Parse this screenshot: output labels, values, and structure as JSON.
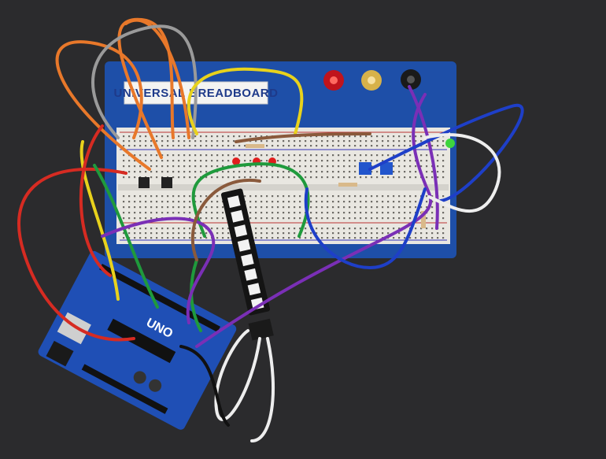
{
  "photo": {
    "subject": "breadboard circuit with Arduino UNO clone",
    "background_color": "#2b2b2d"
  },
  "breadboard": {
    "label": "UNIVERSAL BREADBOARD",
    "base_color": "#1e4fa8",
    "panel_color": "#e9e7e1"
  },
  "microcontroller": {
    "board_label": "UNO",
    "pcb_color": "#1f4fb5"
  },
  "binding_posts": [
    {
      "color": "#c0141c"
    },
    {
      "color": "#d7b24a"
    },
    {
      "color": "#1a1a1a"
    }
  ],
  "wire_colors": {
    "orange": "#e8782a",
    "gray": "#9a9a9a",
    "yellow": "#e8d21c",
    "red": "#d62b22",
    "green": "#1f9a3c",
    "purple": "#7a2fb6",
    "blue": "#1e3fc8",
    "brown": "#8a5a3c",
    "white": "#eeeeee",
    "black": "#111111"
  }
}
